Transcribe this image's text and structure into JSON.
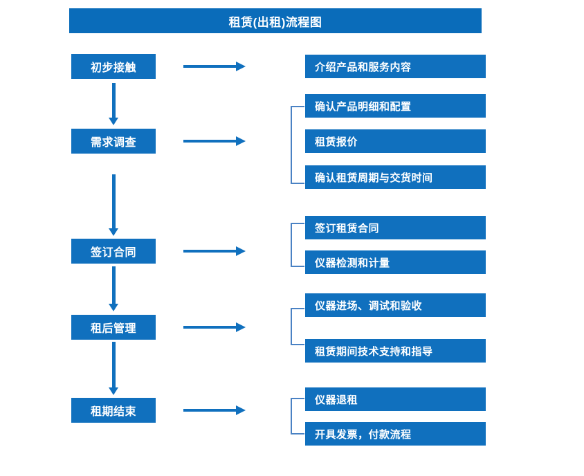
{
  "title": {
    "text": "租赁(出租)流程图"
  },
  "colors": {
    "header_blue": "#0A6CBA",
    "box_blue": "#1070BE",
    "bracket_blue": "#4A82C4",
    "text_white": "#FFFFFF",
    "background": "#FFFFFF"
  },
  "stages": [
    {
      "label": "初步接触"
    },
    {
      "label": "需求调查"
    },
    {
      "label": "签订合同"
    },
    {
      "label": "租后管理"
    },
    {
      "label": "租期结束"
    }
  ],
  "tasks": [
    {
      "label": "介绍产品和服务内容"
    },
    {
      "label": "确认产品明细和配置"
    },
    {
      "label": "租赁报价"
    },
    {
      "label": "确认租赁周期与交货时间"
    },
    {
      "label": "签订租赁合同"
    },
    {
      "label": "仪器检测和计量"
    },
    {
      "label": "仪器进场、调试和验收"
    },
    {
      "label": "租赁期间技术支持和指导"
    },
    {
      "label": "仪器退租"
    },
    {
      "label": "开具发票，付款流程"
    }
  ],
  "groups": [
    {
      "stage": "需求调查",
      "tasks": [
        "确认产品明细和配置",
        "租赁报价",
        "确认租赁周期与交货时间"
      ]
    },
    {
      "stage": "签订合同",
      "tasks": [
        "签订租赁合同",
        "仪器检测和计量"
      ]
    },
    {
      "stage": "租后管理",
      "tasks": [
        "仪器进场、调试和验收",
        "租赁期间技术支持和指导"
      ]
    },
    {
      "stage": "租期结束",
      "tasks": [
        "仪器退租",
        "开具发票，付款流程"
      ]
    }
  ]
}
